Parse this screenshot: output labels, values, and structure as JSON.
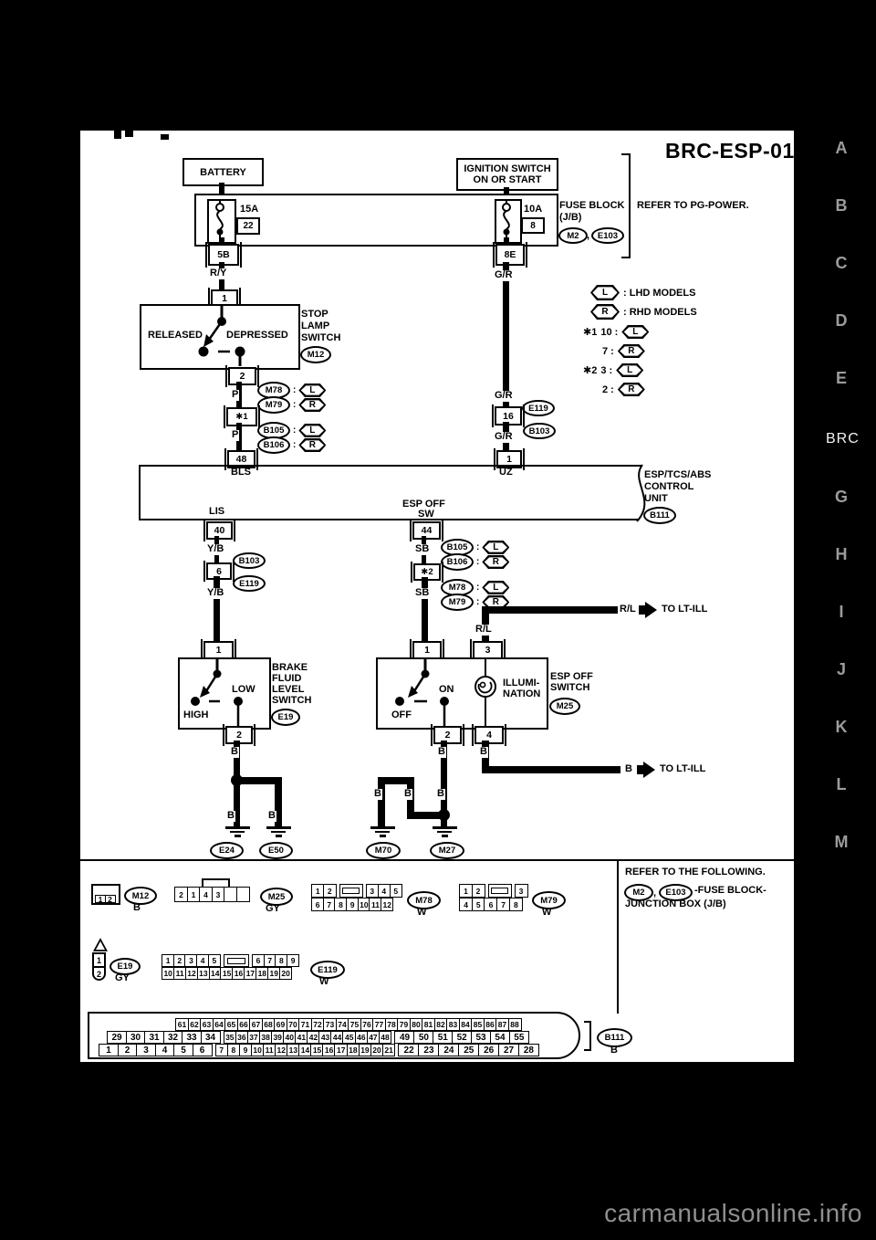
{
  "page": {
    "code": "BRC-ESP-01",
    "watermark": "carmanualsonline.info"
  },
  "sidebar": {
    "letters": [
      "A",
      "B",
      "C",
      "D",
      "E",
      "G",
      "H",
      "I",
      "J",
      "K",
      "L",
      "M"
    ],
    "section": "BRC"
  },
  "power": {
    "battery": "BATTERY",
    "ignition1": "IGNITION SWITCH",
    "ignition2": "ON OR START",
    "fuse1_amp": "15A",
    "fuse1_id": "22",
    "term_5b": "5B",
    "wire_ry": "R/Y",
    "fuse2_amp": "10A",
    "fuse2_id": "8",
    "term_8e": "8E",
    "wire_gr": "G/R",
    "fuseblock1": "FUSE BLOCK",
    "fuseblock2": "(J/B)",
    "ref_m2": "M2",
    "comma": ",",
    "ref_e103": "E103",
    "refer": "REFER TO PG-POWER."
  },
  "legend": {
    "l": "L",
    "r": "R",
    "lhd": ": LHD MODELS",
    "rhd": ": RHD MODELS",
    "star1": "✱1",
    "star1_l": "10 :",
    "star1_r": "7 :",
    "star2": "✱2",
    "star2_l": "3 :",
    "star2_r": "2 :"
  },
  "stop": {
    "term1": "1",
    "released": "RELEASED",
    "depressed": "DEPRESSED",
    "name1": "STOP",
    "name2": "LAMP",
    "name3": "SWITCH",
    "ref": "M12",
    "term2": "2",
    "wire_p": "P",
    "star1": "✱1",
    "r_m78": "M78",
    "r_m79": "M79",
    "r_b105": "B105",
    "r_b106": "B106",
    "hl": "L",
    "hr": "R",
    "colon": ":",
    "term48": "48",
    "bls": "BLS"
  },
  "ign": {
    "wire_gr": "G/R",
    "e119": "E119",
    "term16": "16",
    "b103": "B103",
    "term1": "1",
    "uz": "UZ"
  },
  "ecu": {
    "name1": "ESP/TCS/ABS",
    "name2": "CONTROL",
    "name3": "UNIT",
    "ref": "B111",
    "lis": "LIS",
    "espoff1": "ESP OFF",
    "espoff2": "SW",
    "term40": "40",
    "term44": "44"
  },
  "brake": {
    "wire_yb": "Y/B",
    "b103": "B103",
    "term6": "6",
    "e119": "E119",
    "term1": "1",
    "name1": "BRAKE",
    "name2": "FLUID",
    "name3": "LEVEL",
    "name4": "SWITCH",
    "ref": "E19",
    "high": "HIGH",
    "low": "LOW",
    "term2": "2",
    "wire_b": "B",
    "gnd1": "E24",
    "gnd2": "E50"
  },
  "esp": {
    "wire_sb": "SB",
    "star2": "✱2",
    "r_b105": "B105",
    "r_b106": "B106",
    "r_m78": "M78",
    "r_m79": "M79",
    "hl": "L",
    "hr": "R",
    "colon": ":",
    "wire_rl": "R/L",
    "to_ltill": "TO LT-ILL",
    "term1": "1",
    "term3": "3",
    "off": "OFF",
    "on": "ON",
    "illumi1": "ILLUMI-",
    "illumi2": "NATION",
    "name1": "ESP OFF",
    "name2": "SWITCH",
    "ref": "M25",
    "term2": "2",
    "term4": "4",
    "wire_b": "B",
    "gnd1": "M70",
    "gnd2": "M27"
  },
  "footer": {
    "refer": "REFER TO THE FOLLOWING.",
    "m2": "M2",
    "comma": ",",
    "e103": "E103",
    "fuseblock": "-FUSE BLOCK-",
    "junction": "JUNCTION BOX (J/B)",
    "m12": {
      "id": "M12",
      "color": "B"
    },
    "m25": {
      "id": "M25",
      "color": "GY"
    },
    "m78": {
      "id": "M78",
      "color": "W"
    },
    "m79": {
      "id": "M79",
      "color": "W"
    },
    "e19": {
      "id": "E19",
      "color": "GY",
      "pin1": "1",
      "pin2": "2"
    },
    "e119": {
      "id": "E119",
      "color": "W"
    },
    "b111": {
      "id": "B111",
      "color": "B"
    },
    "m12_pin1": "1",
    "m12_pin2": "2"
  },
  "grids": {
    "m25": {
      "rows": [
        {
          "h": 17,
          "groups": [
            {
              "w": 15,
              "cells": [
                "2",
                "1",
                "4",
                "3",
                "",
                ""
              ]
            }
          ]
        }
      ]
    },
    "m78": {
      "rows": [
        {
          "h": 15,
          "groups": [
            {
              "w": 14.5,
              "cells": [
                "1",
                "2"
              ]
            },
            {
              "w": 26,
              "key": true,
              "cells": [
                ""
              ]
            },
            {
              "w": 14.5,
              "cells": [
                "3",
                "4",
                "5"
              ]
            }
          ]
        },
        {
          "h": 15,
          "groups": [
            {
              "w": 14.2,
              "cells": [
                "6",
                "7",
                "8",
                "9",
                "10",
                "11",
                "12"
              ]
            }
          ]
        }
      ]
    },
    "m79": {
      "rows": [
        {
          "h": 15,
          "groups": [
            {
              "w": 15,
              "cells": [
                "1",
                "2"
              ]
            },
            {
              "w": 26,
              "key": true,
              "cells": [
                ""
              ]
            },
            {
              "w": 15,
              "cells": [
                "3"
              ]
            }
          ]
        },
        {
          "h": 15,
          "groups": [
            {
              "w": 15.2,
              "cells": [
                "4",
                "5",
                "6",
                "7",
                "8"
              ]
            }
          ]
        }
      ]
    },
    "e119": {
      "rows": [
        {
          "h": 14,
          "groups": [
            {
              "w": 14.2,
              "cells": [
                "1",
                "2",
                "3",
                "4",
                "5"
              ]
            },
            {
              "w": 28,
              "key": true,
              "cells": [
                ""
              ]
            },
            {
              "w": 14.2,
              "cells": [
                "6",
                "7",
                "8",
                "9"
              ]
            }
          ]
        },
        {
          "h": 14,
          "groups": [
            {
              "w": 14.4,
              "cells": [
                "10",
                "11",
                "12",
                "13",
                "14",
                "15",
                "16",
                "17",
                "18",
                "19",
                "20"
              ]
            }
          ]
        }
      ]
    },
    "b111": {
      "rows": [
        {
          "x": 94,
          "h": 14,
          "groups": [
            {
              "w": 15,
              "fs": 8.5,
              "cells": [
                "61",
                "62",
                "63",
                "64",
                "65",
                "66",
                "67",
                "68",
                "69",
                "70",
                "71",
                "72",
                "73",
                "74",
                "75",
                "76",
                "77",
                "78",
                "79",
                "80",
                "81",
                "82",
                "83",
                "84",
                "85",
                "86",
                "87",
                "88"
              ]
            }
          ]
        },
        {
          "x": 19,
          "h": 14,
          "groups": [
            {
              "w": 22,
              "fs": 10,
              "cells": [
                "29",
                "30",
                "31",
                "32",
                "33",
                "34"
              ]
            },
            {
              "w": 14.6,
              "fs": 8.5,
              "cells": [
                "35",
                "36",
                "37",
                "38",
                "39",
                "40",
                "41",
                "42",
                "43",
                "44",
                "45",
                "46",
                "47",
                "48"
              ]
            },
            {
              "w": 22.4,
              "fs": 10,
              "cells": [
                "49",
                "50",
                "51",
                "52",
                "53",
                "54",
                "55"
              ]
            }
          ]
        },
        {
          "x": 10,
          "h": 14,
          "groups": [
            {
              "w": 22,
              "fs": 10,
              "cells": [
                "1",
                "2",
                "3",
                "4",
                "5",
                "6"
              ]
            },
            {
              "w": 14.6,
              "fs": 8.5,
              "cells": [
                "7",
                "8",
                "9",
                "10",
                "11",
                "12",
                "13",
                "14",
                "15",
                "16",
                "17",
                "18",
                "19",
                "20",
                "21"
              ]
            },
            {
              "w": 23.4,
              "fs": 10,
              "cells": [
                "22",
                "23",
                "24",
                "25",
                "26",
                "27",
                "28"
              ]
            }
          ]
        }
      ]
    }
  }
}
